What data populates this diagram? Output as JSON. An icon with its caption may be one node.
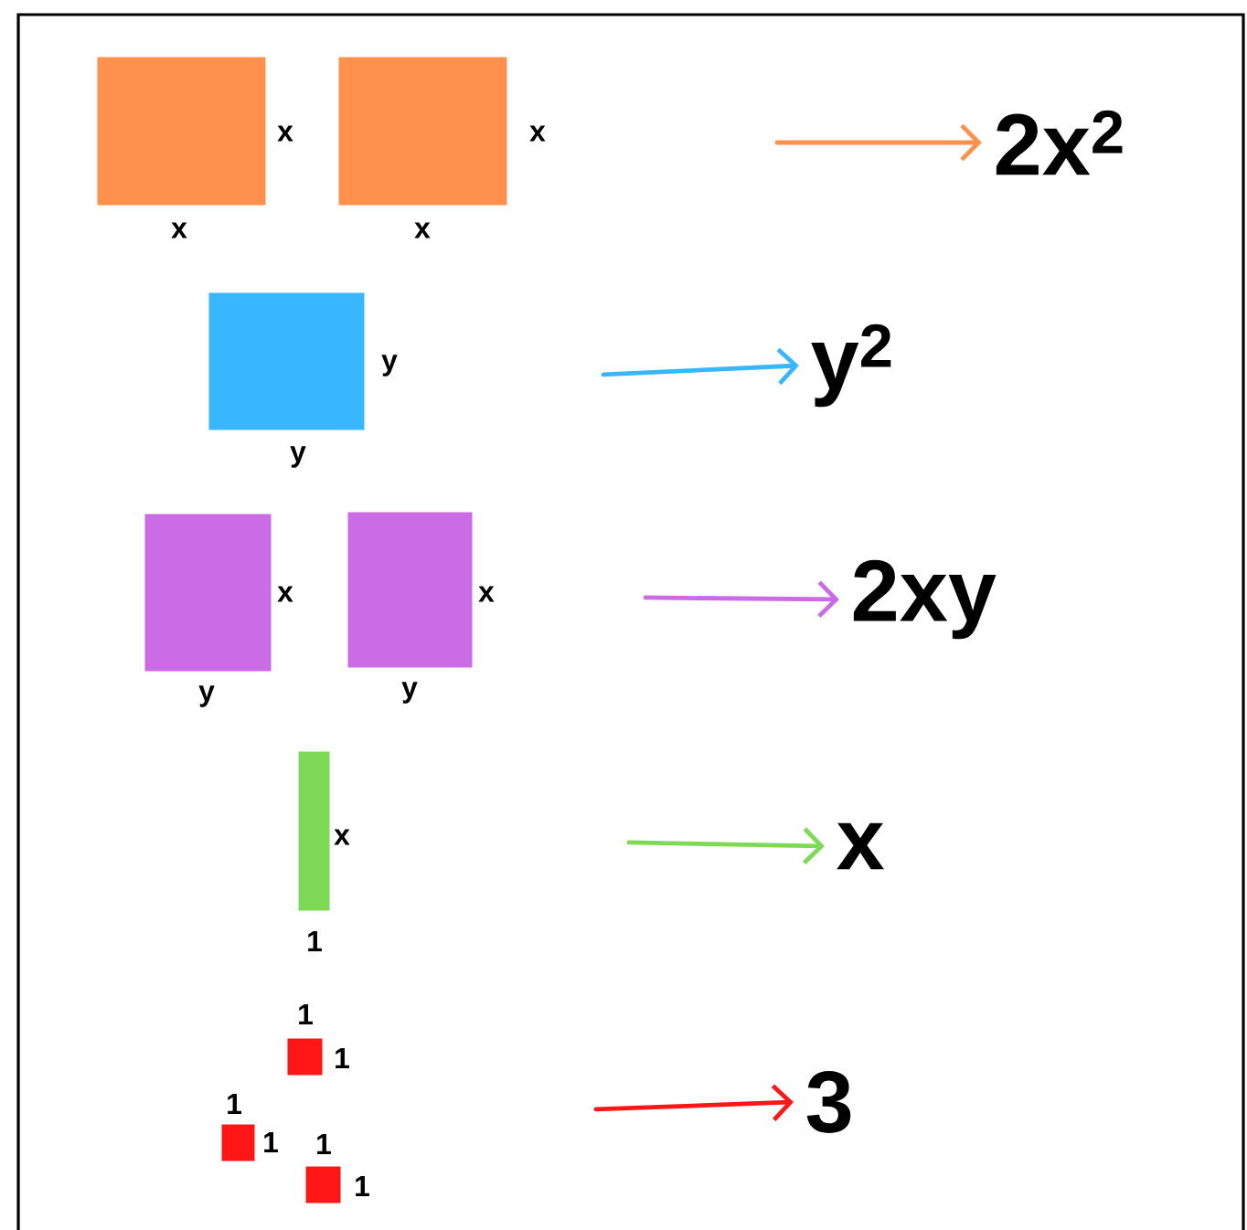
{
  "diagram": {
    "nodes": [
      {
        "text": [],
        "shape": "box",
        "beside": [
          "x",
          "x"
        ]
      },
      {
        "text": [],
        "shape": "box",
        "beside": [
          "x",
          "x"
        ]
      },
      {
        "text": [
          "2x$^{2}$"
        ]
      },
      {
        "text": [],
        "shape": "box",
        "beside": [
          "y",
          "y"
        ]
      },
      {
        "text": [
          "y$^{2}$"
        ]
      },
      {
        "text": [],
        "shape": "box",
        "beside": [
          "x",
          "y"
        ]
      },
      {
        "text": [],
        "shape": "box",
        "beside": [
          "x",
          "y"
        ]
      },
      {
        "text": [
          "2xy"
        ]
      },
      {
        "text": [],
        "shape": "box",
        "beside": [
          "x",
          "1"
        ]
      },
      {
        "text": [
          "x"
        ]
      },
      {
        "text": [],
        "shape": "box",
        "beside": [
          "1",
          "1"
        ]
      },
      {
        "text": [],
        "shape": "box",
        "beside": [
          "1",
          "1"
        ]
      },
      {
        "text": [],
        "shape": "box",
        "beside": [
          "1",
          "1"
        ]
      },
      {
        "text": [
          "3"
        ]
      }
    ],
    "edges": [
      {
        "from": null,
        "to": 2,
        "arrow": "to",
        "color": "#ff914d"
      },
      {
        "from": null,
        "to": 4,
        "arrow": "to",
        "color": "#38b6ff"
      },
      {
        "from": null,
        "to": 7,
        "arrow": "to",
        "color": "#cb6ce6"
      },
      {
        "from": null,
        "to": 9,
        "arrow": "to",
        "color": "#7ed957"
      },
      {
        "from": null,
        "to": 13,
        "arrow": "to",
        "color": "#ff1616"
      }
    ]
  }
}
